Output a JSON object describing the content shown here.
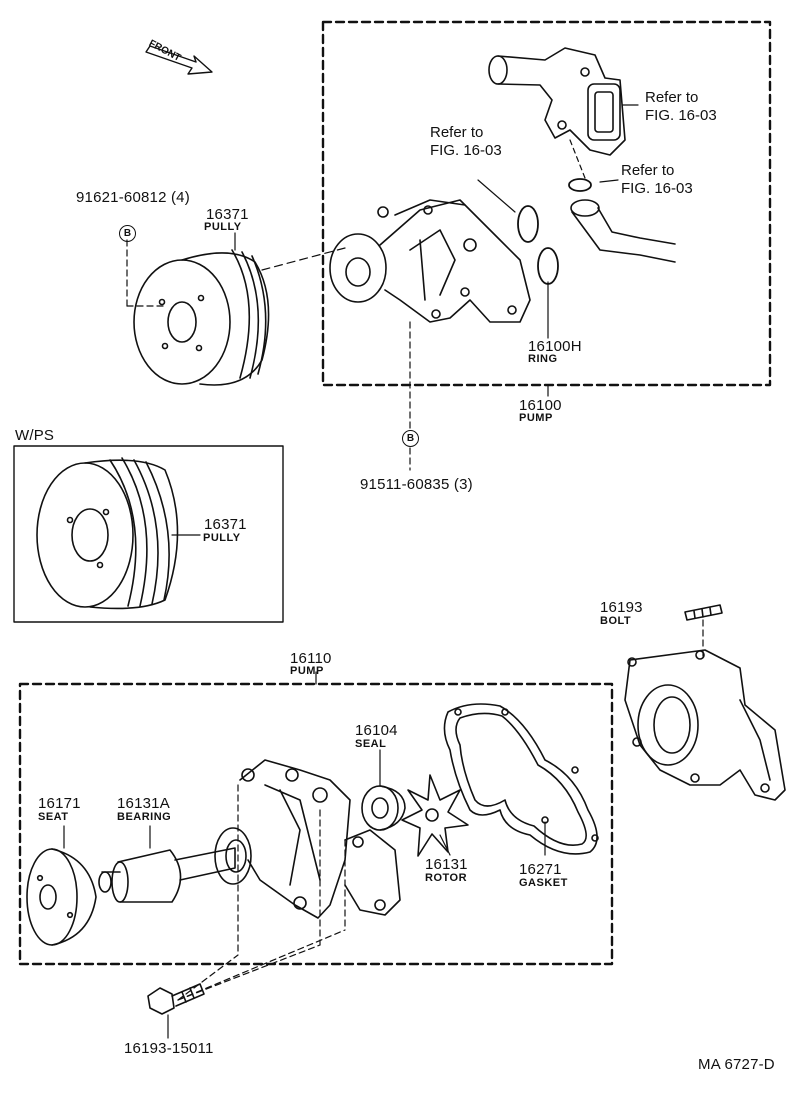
{
  "front_arrow": {
    "label": "FRONT"
  },
  "upper": {
    "bolt_pulley": {
      "part_no": "91621-60812 (4)",
      "marker": "B"
    },
    "pulley": {
      "part_no": "16371",
      "name": "PULLY"
    },
    "refer_left": {
      "line1": "Refer to",
      "line2": "FIG. 16-03"
    },
    "refer_top": {
      "line1": "Refer to",
      "line2": "FIG. 16-03"
    },
    "refer_right": {
      "line1": "Refer to",
      "line2": "FIG. 16-03"
    },
    "ring": {
      "part_no": "16100H",
      "name": "RING"
    },
    "pump_assy": {
      "part_no": "16100",
      "name": "PUMP"
    },
    "bolt_pump": {
      "part_no": "91511-60835 (3)",
      "marker": "B"
    }
  },
  "wps": {
    "title": "W/PS",
    "pulley": {
      "part_no": "16371",
      "name": "PULLY"
    }
  },
  "right": {
    "bolt": {
      "part_no": "16193",
      "name": "BOLT"
    }
  },
  "lower": {
    "pump": {
      "part_no": "16110",
      "name": "PUMP"
    },
    "seal": {
      "part_no": "16104",
      "name": "SEAL"
    },
    "seat": {
      "part_no": "16171",
      "name": "SEAT"
    },
    "bearing": {
      "part_no": "16131A",
      "name": "BEARING"
    },
    "rotor": {
      "part_no": "16131",
      "name": "ROTOR"
    },
    "gasket": {
      "part_no": "16271",
      "name": "GASKET"
    },
    "bolt_bottom": {
      "part_no": "16193-15011"
    }
  },
  "footer": {
    "code": "MA  6727-D"
  }
}
